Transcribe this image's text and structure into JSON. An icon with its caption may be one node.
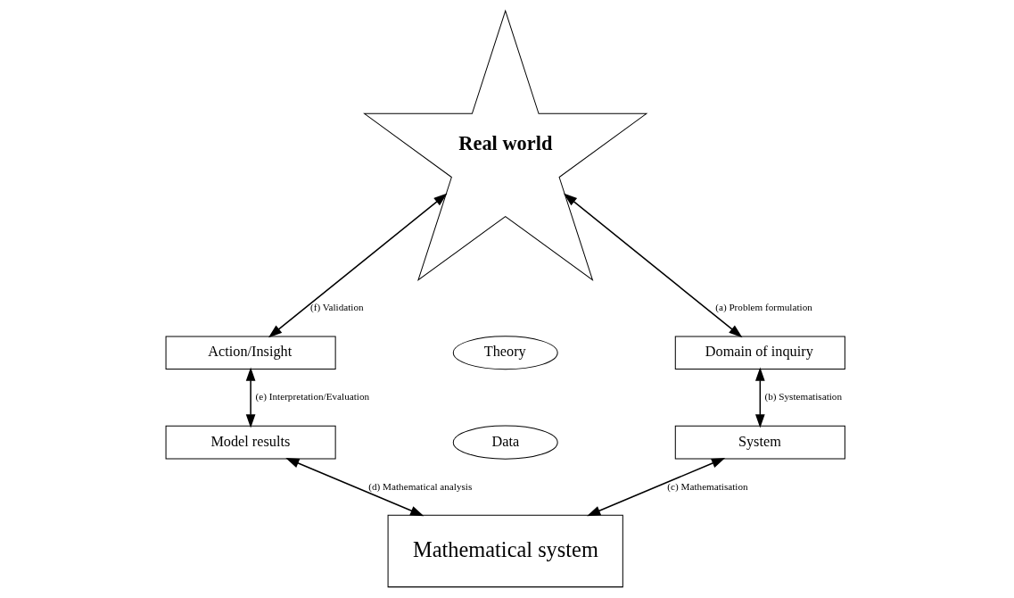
{
  "diagram": {
    "nodes": [
      {
        "text": [
          "Real world"
        ]
      },
      {
        "text": [
          "Action/Insight"
        ]
      },
      {
        "text": [
          "Theory"
        ]
      },
      {
        "text": [
          "Domain of inquiry"
        ]
      },
      {
        "text": [
          "Model results"
        ]
      },
      {
        "text": [
          "Data"
        ]
      },
      {
        "text": [
          "System"
        ]
      },
      {
        "text": [
          "Mathematical system"
        ]
      }
    ],
    "edges": [
      {
        "from": 0,
        "to": 3,
        "arrow": "both",
        "label": "(a) Problem formulation"
      },
      {
        "from": 3,
        "to": 6,
        "arrow": "both",
        "label": "(b) Systematisation"
      },
      {
        "from": 6,
        "to": 7,
        "arrow": "both",
        "label": "(c) Mathematisation"
      },
      {
        "from": 4,
        "to": 7,
        "arrow": "both",
        "label": "(d) Mathematical analysis"
      },
      {
        "from": 1,
        "to": 4,
        "arrow": "both",
        "label": "(e) Interpretation/Evaluation"
      },
      {
        "from": 0,
        "to": 1,
        "arrow": "both",
        "label": "(f) Validation"
      }
    ]
  }
}
